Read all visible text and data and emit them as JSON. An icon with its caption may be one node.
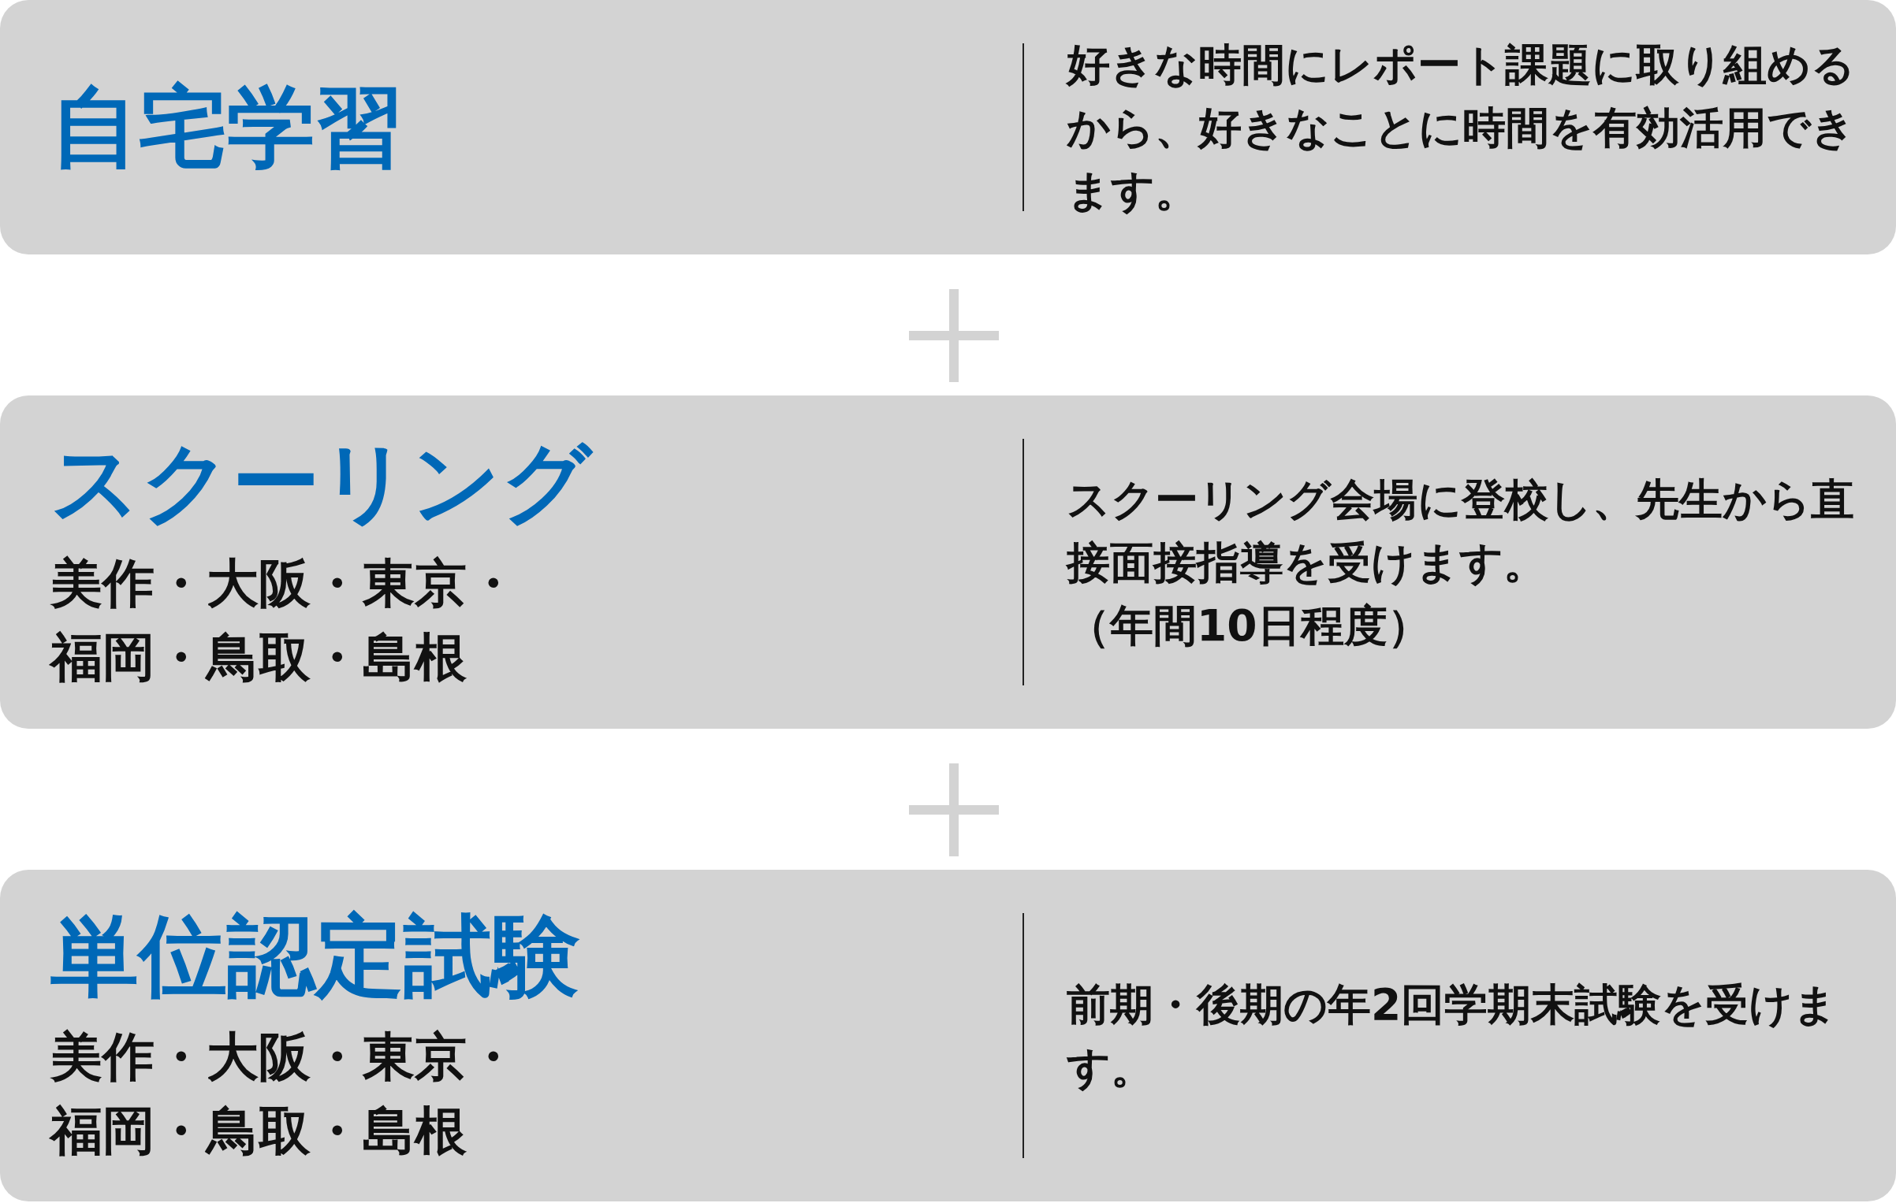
{
  "diagram": {
    "nodes": [
      {
        "text": [
          "自宅学習",
          "好きな時間にレポート課題に取り組めるから、好きなことに時間を有効活用できます。"
        ]
      },
      {
        "text": [
          "スクーリング",
          "美作・大阪・東京・福岡・鳥取・島根",
          "スクーリング会場に登校し、先生から直接面接指導を受けます。",
          "（年間10日程度）"
        ]
      },
      {
        "text": [
          "単位認定試験",
          "美作・大阪・東京・福岡・鳥取・島根",
          "前期・後期の年2回学期末試験を受けます。"
        ]
      }
    ]
  }
}
